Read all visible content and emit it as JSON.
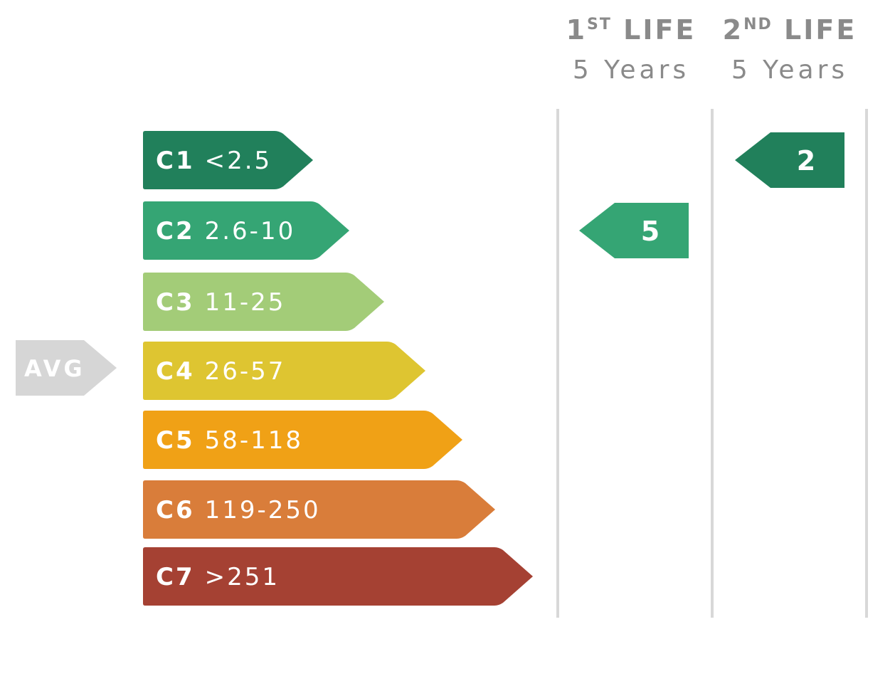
{
  "columns": [
    {
      "ordinal": "1",
      "ordinal_suffix": "ST",
      "life_word": "LIFE",
      "years": "5 Years"
    },
    {
      "ordinal": "2",
      "ordinal_suffix": "ND",
      "life_word": "LIFE",
      "years": "5 Years"
    }
  ],
  "bands": [
    {
      "code": "C1",
      "range": "<2.5",
      "color": "#21805b"
    },
    {
      "code": "C2",
      "range": "2.6-10",
      "color": "#35a574"
    },
    {
      "code": "C3",
      "range": "11-25",
      "color": "#a3cc78"
    },
    {
      "code": "C4",
      "range": "26-57",
      "color": "#dec531"
    },
    {
      "code": "C5",
      "range": "58-118",
      "color": "#f0a116"
    },
    {
      "code": "C6",
      "range": "119-250",
      "color": "#d97d3a"
    },
    {
      "code": "C7",
      "range": ">251",
      "color": "#a54133"
    }
  ],
  "average_marker": {
    "label": "AVG",
    "band": "C4",
    "color": "#d6d6d6"
  },
  "life_markers": [
    {
      "column": 0,
      "value": "5",
      "band": "C2",
      "color": "#35a574"
    },
    {
      "column": 1,
      "value": "2",
      "band": "C1",
      "color": "#21805b"
    }
  ],
  "divider_color": "#d8d8d8",
  "header_color": "#8a8a8a"
}
